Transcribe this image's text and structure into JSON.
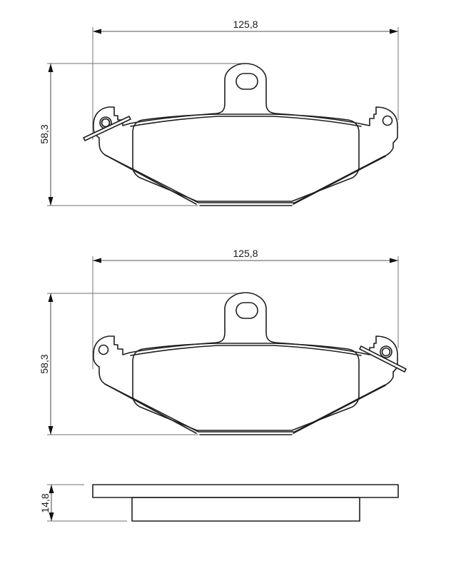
{
  "diagram": {
    "type": "brake-pad-technical-drawing",
    "colors": {
      "outline": "#1e1e1e",
      "extension_lines": "#8c8c8c",
      "arrows": "#111111",
      "background": "#ffffff"
    },
    "views": [
      {
        "name": "front-view-pad-1",
        "width_label": "125,8",
        "height_label": "58,3",
        "clip_side": "left"
      },
      {
        "name": "front-view-pad-2",
        "width_label": "125,8",
        "height_label": "58,3",
        "clip_side": "right"
      },
      {
        "name": "side-view",
        "thickness_label": "14,8"
      }
    ]
  }
}
